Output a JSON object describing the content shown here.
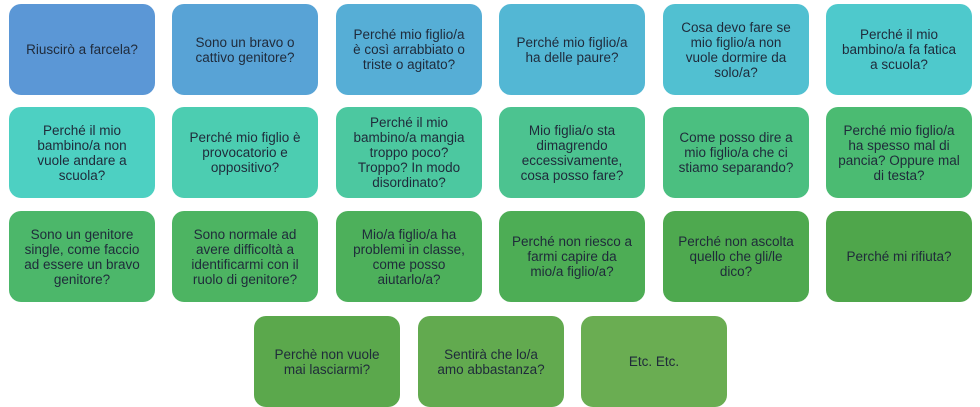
{
  "questions": [
    "Riuscirò a farcela?",
    "Sono un bravo o cattivo genitore?",
    "Perché mio figlio/a è così arrabbiato o triste o agitato?",
    "Perché mio figlio/a ha delle paure?",
    "Cosa devo fare se mio figlio/a non vuole dormire da solo/a?",
    "Perché il mio bambino/a fa fatica a scuola?",
    "Perché il mio bambino/a non vuole andare a scuola?",
    "Perché mio figlio è provocatorio e oppositivo?",
    "Perché il mio bambino/a mangia troppo poco? Troppo? In modo disordinato?",
    "Mio figlia/o sta dimagrendo eccessivamente, cosa posso fare?",
    "Come posso dire a mio figlio/a che ci stiamo separando?",
    "Perché mio figlio/a ha spesso mal di pancia? Oppure mal di testa?",
    "Sono un genitore single, come faccio ad essere un bravo genitore?",
    "Sono normale ad avere difficoltà a identificarmi con il ruolo di genitore?",
    "Mio/a figlio/a ha problemi in classe, come posso aiutarlo/a?",
    "Perché non riesco a farmi capire da mio/a figlio/a?",
    "Perché non ascolta quello che gli/le dico?",
    "Perché mi rifiuta?",
    "Perchè non vuole mai lasciarmi?",
    "Sentirà che lo/a amo abbastanza?",
    "Etc. Etc."
  ],
  "colors": {
    "start": "#5b97d6",
    "middle": "#4cc390",
    "end": "#6aad52",
    "text": "#1f2a3a"
  }
}
